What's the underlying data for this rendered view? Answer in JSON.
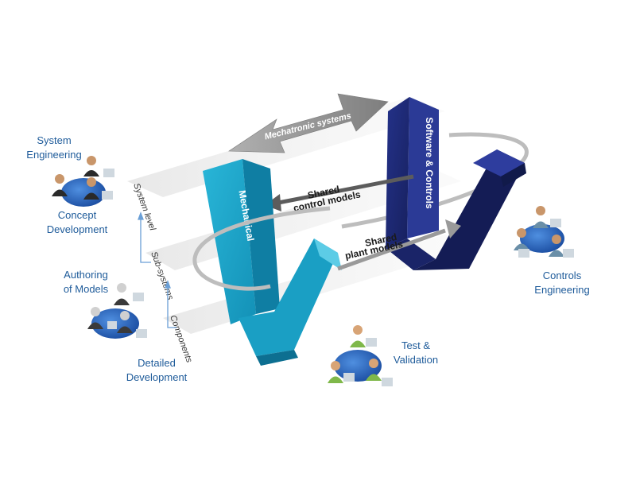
{
  "diagram": {
    "arrow_label": "Mechatronic systems",
    "v_labels": {
      "mechanical": "Mechanical",
      "software": "Software & Controls"
    },
    "flow_labels": {
      "shared_control": [
        "Shared",
        "control models"
      ],
      "shared_plant": [
        "Shared",
        "plant models"
      ]
    },
    "levels": [
      "System level",
      "Sub-systems",
      "Components"
    ],
    "groups": {
      "system_engineering": "System\nEngineering",
      "concept_development": "Concept\nDevelopment",
      "authoring_of_models": "Authoring\nof Models",
      "detailed_development": "Detailed\nDevelopment",
      "test_validation": "Test &\nValidation",
      "controls_engineering": "Controls\nEngineering"
    },
    "colors": {
      "label_text": "#1e5b9a",
      "mechanical_v": "#1aa7c9",
      "software_v": "#1d2a78",
      "arrow_grey": "#8e8e8e",
      "band_grey": "#e3e3e3",
      "connector": "#6a9fd6",
      "table": "#1f5fb8"
    },
    "icons": [
      "people-group-icon",
      "desk-table-icon",
      "monitor-icon"
    ]
  }
}
